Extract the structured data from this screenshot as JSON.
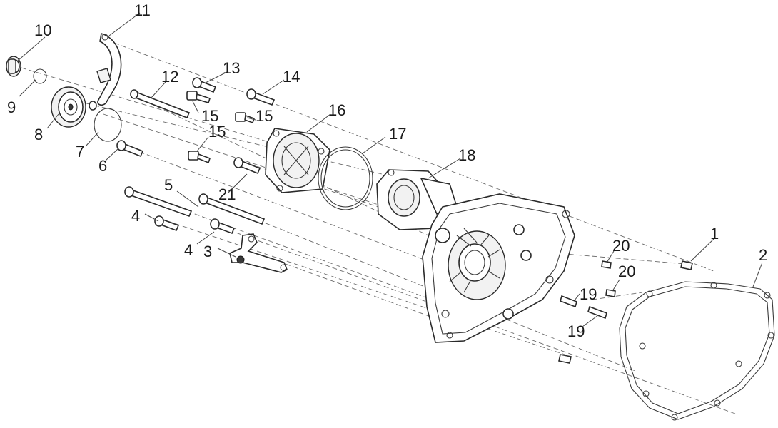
{
  "diagram": {
    "callouts": [
      {
        "id": "c1",
        "label": "1"
      },
      {
        "id": "c2",
        "label": "2"
      },
      {
        "id": "c3",
        "label": "3"
      },
      {
        "id": "c4a",
        "label": "4"
      },
      {
        "id": "c4b",
        "label": "4"
      },
      {
        "id": "c5",
        "label": "5"
      },
      {
        "id": "c6",
        "label": "6"
      },
      {
        "id": "c7",
        "label": "7"
      },
      {
        "id": "c8",
        "label": "8"
      },
      {
        "id": "c9",
        "label": "9"
      },
      {
        "id": "c10",
        "label": "10"
      },
      {
        "id": "c11",
        "label": "11"
      },
      {
        "id": "c12",
        "label": "12"
      },
      {
        "id": "c13",
        "label": "13"
      },
      {
        "id": "c14",
        "label": "14"
      },
      {
        "id": "c15a",
        "label": "15"
      },
      {
        "id": "c15b",
        "label": "15"
      },
      {
        "id": "c15c",
        "label": "15"
      },
      {
        "id": "c16",
        "label": "16"
      },
      {
        "id": "c17",
        "label": "17"
      },
      {
        "id": "c18",
        "label": "18"
      },
      {
        "id": "c19a",
        "label": "19"
      },
      {
        "id": "c19b",
        "label": "19"
      },
      {
        "id": "c20a",
        "label": "20"
      },
      {
        "id": "c20b",
        "label": "20"
      },
      {
        "id": "c21",
        "label": "21"
      }
    ]
  }
}
